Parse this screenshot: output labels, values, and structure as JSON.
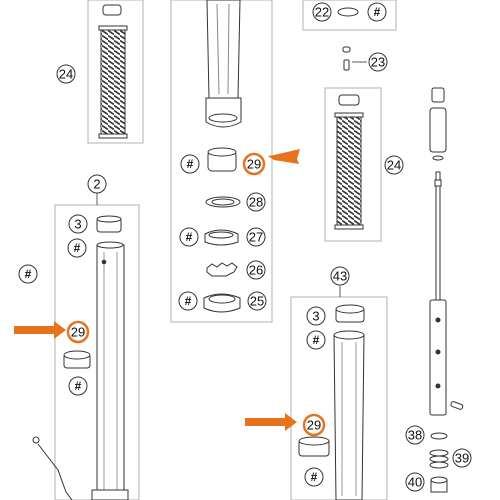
{
  "colors": {
    "highlight": "#e8731f",
    "line": "#333333",
    "frame": "#b0b0b0",
    "label_bg": "#ffffff"
  },
  "callouts": {
    "c_22": "22",
    "c_hash_top": "#",
    "c_23": "23",
    "c_24_left": "24",
    "c_24_right": "24",
    "c_2": "2",
    "c_3_left": "3",
    "c_hash_left_1": "#",
    "c_hash_side": "#",
    "c_29_left": "29",
    "c_hash_left_2": "#",
    "c_hash_mid": "#",
    "c_29_mid": "29",
    "c_28": "28",
    "c_hash_27": "#",
    "c_27": "27",
    "c_26": "26",
    "c_hash_25": "#",
    "c_25": "25",
    "c_43": "43",
    "c_3_right": "3",
    "c_hash_right_1": "#",
    "c_29_right": "29",
    "c_hash_right_2": "#",
    "c_38": "38",
    "c_39": "39",
    "c_40": "40"
  },
  "icons": {
    "arrow": "arrow-right-icon"
  }
}
